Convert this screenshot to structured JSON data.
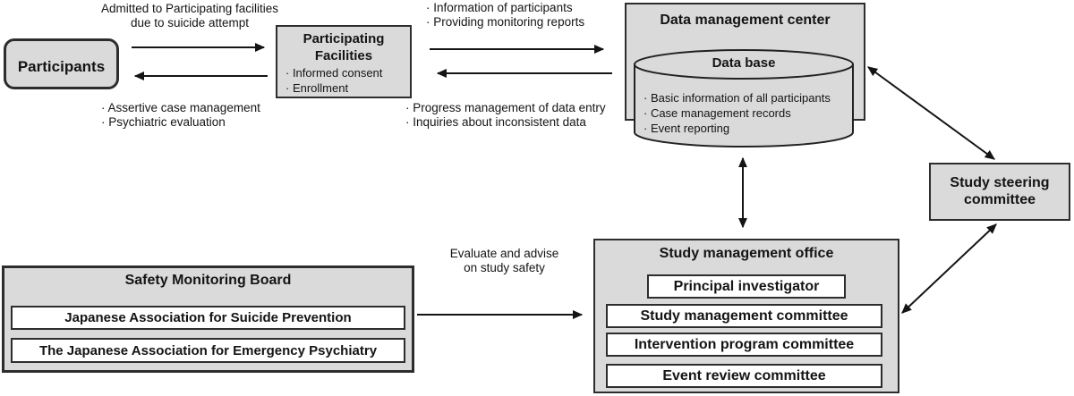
{
  "colors": {
    "box_fill": "#dadada",
    "box_border": "#2d2d2d",
    "inner_box_fill": "#ffffff",
    "arrow": "#141414",
    "text": "#141414"
  },
  "nodes": {
    "participants": {
      "title": "Participants"
    },
    "participating_facilities": {
      "title": "Participating\nFacilities",
      "items": [
        "· Informed consent",
        "· Enrollment"
      ]
    },
    "data_management_center": {
      "title": "Data management center",
      "database": {
        "title": "Data base",
        "items": [
          "· Basic information of all participants",
          "· Case management records",
          "· Event reporting"
        ]
      }
    },
    "study_steering_committee": {
      "title": "Study steering\ncommittee"
    },
    "study_management_office": {
      "title": "Study management office",
      "items": [
        "Principal investigator",
        "Study management committee",
        "Intervention program committee",
        "Event review committee"
      ]
    },
    "safety_monitoring_board": {
      "title": "Safety Monitoring Board",
      "items": [
        "Japanese Association for Suicide Prevention",
        "The Japanese Association for Emergency Psychiatry"
      ]
    }
  },
  "edge_labels": {
    "participants_to_facilities": "Admitted to Participating facilities\ndue to suicide attempt",
    "facilities_to_participants": "· Assertive case management\n· Psychiatric evaluation",
    "facilities_to_center": "· Information of participants\n· Providing monitoring reports",
    "center_to_facilities": "· Progress management of data entry\n· Inquiries about inconsistent data",
    "board_to_office": "Evaluate and advise\non study safety"
  }
}
